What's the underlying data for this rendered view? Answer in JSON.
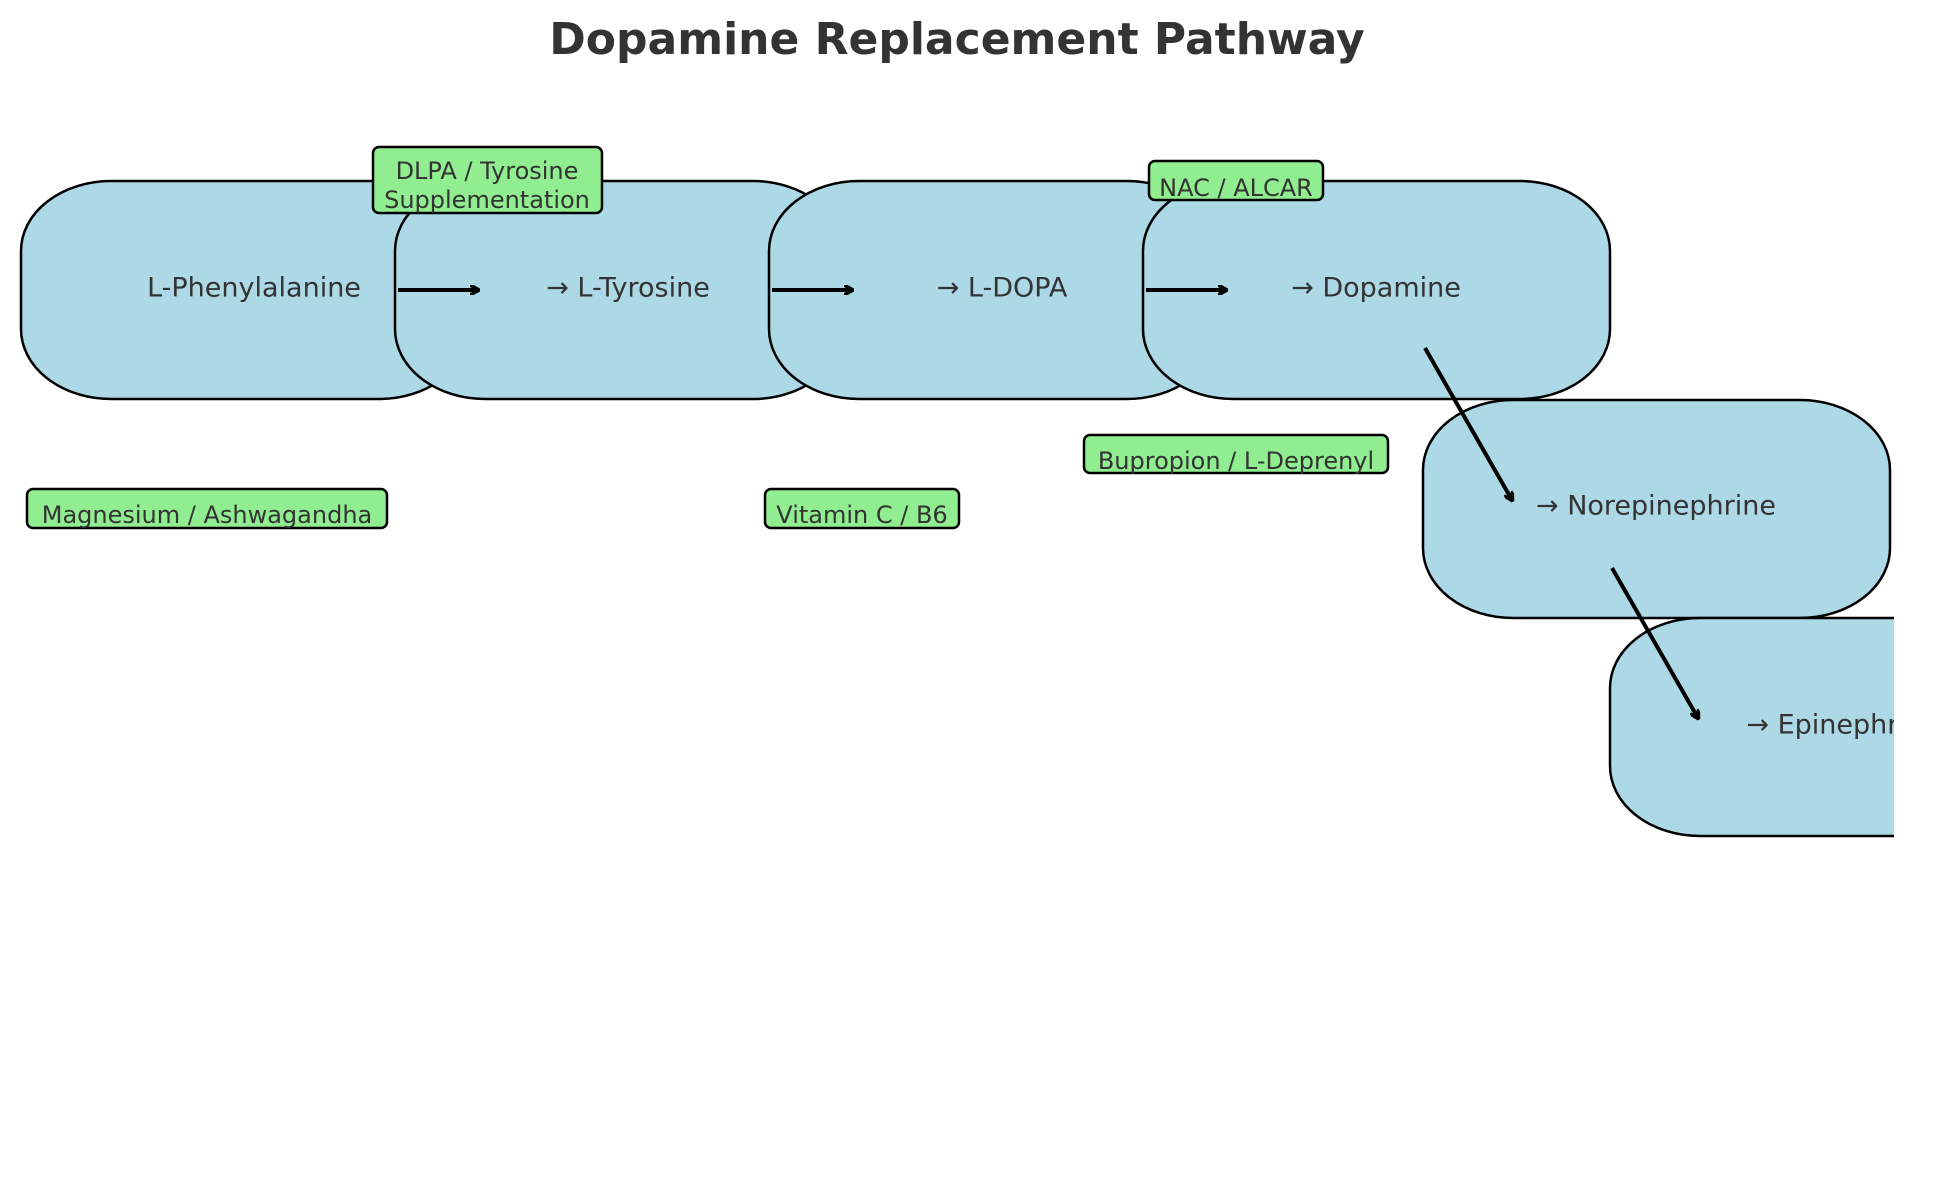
{
  "title": "Dopamine Replacement Pathway",
  "colors": {
    "node_fill": "#add8e6",
    "tag_fill": "#90ee90",
    "arrow": "#000000",
    "text": "#333333"
  },
  "nodes": [
    {
      "id": "phenylalanine",
      "label": "L-Phenylalanine"
    },
    {
      "id": "tyrosine",
      "label": "→ L-Tyrosine"
    },
    {
      "id": "ldopa",
      "label": "→ L-DOPA"
    },
    {
      "id": "dopamine",
      "label": "→ Dopamine"
    },
    {
      "id": "norepinephrine",
      "label": "→ Norepinephrine"
    },
    {
      "id": "epinephrine",
      "label": "→ Epinephrine"
    }
  ],
  "edges": [
    {
      "from": "phenylalanine",
      "to": "tyrosine"
    },
    {
      "from": "tyrosine",
      "to": "ldopa"
    },
    {
      "from": "ldopa",
      "to": "dopamine"
    },
    {
      "from": "dopamine",
      "to": "norepinephrine"
    },
    {
      "from": "norepinephrine",
      "to": "epinephrine"
    }
  ],
  "supplements": [
    {
      "id": "dlpa",
      "lines": [
        "DLPA / Tyrosine",
        "Supplementation"
      ]
    },
    {
      "id": "nac",
      "lines": [
        "NAC / ALCAR"
      ]
    },
    {
      "id": "bupropion",
      "lines": [
        "Bupropion / L-Deprenyl"
      ]
    },
    {
      "id": "magnesium",
      "lines": [
        "Magnesium / Ashwagandha"
      ]
    },
    {
      "id": "vitamin",
      "lines": [
        "Vitamin C / B6"
      ]
    }
  ]
}
